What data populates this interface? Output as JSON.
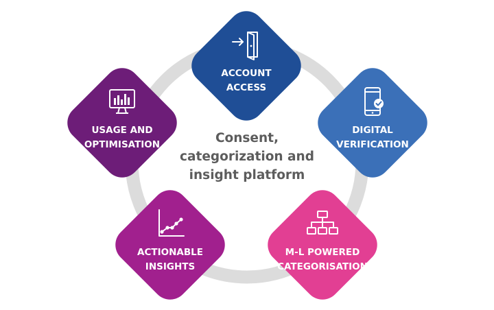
{
  "center": {
    "line1": "Consent,",
    "line2": "categorization and",
    "line3": "insight platform"
  },
  "colors": {
    "ring": "#dcdcdc",
    "center_text": "#5c5c5c",
    "account_access": "#1f4e96",
    "digital_verification": "#3b70b8",
    "usage_optimisation": "#6d1d78",
    "actionable_insights": "#a1208e",
    "ml_categorisation": "#e23f93"
  },
  "nodes": {
    "account_access": {
      "line1": "ACCOUNT",
      "line2": "ACCESS",
      "icon": "door-enter-icon"
    },
    "digital_verification": {
      "line1": "DIGITAL",
      "line2": "VERIFICATION",
      "icon": "phone-check-icon"
    },
    "usage_optimisation": {
      "line1": "USAGE AND",
      "line2": "OPTIMISATION",
      "icon": "monitor-chart-icon"
    },
    "actionable_insights": {
      "line1": "ACTIONABLE",
      "line2": "INSIGHTS",
      "icon": "line-graph-icon"
    },
    "ml_categorisation": {
      "line1": "M-L POWERED",
      "line2": "CATEGORISATION",
      "icon": "hierarchy-icon"
    }
  }
}
